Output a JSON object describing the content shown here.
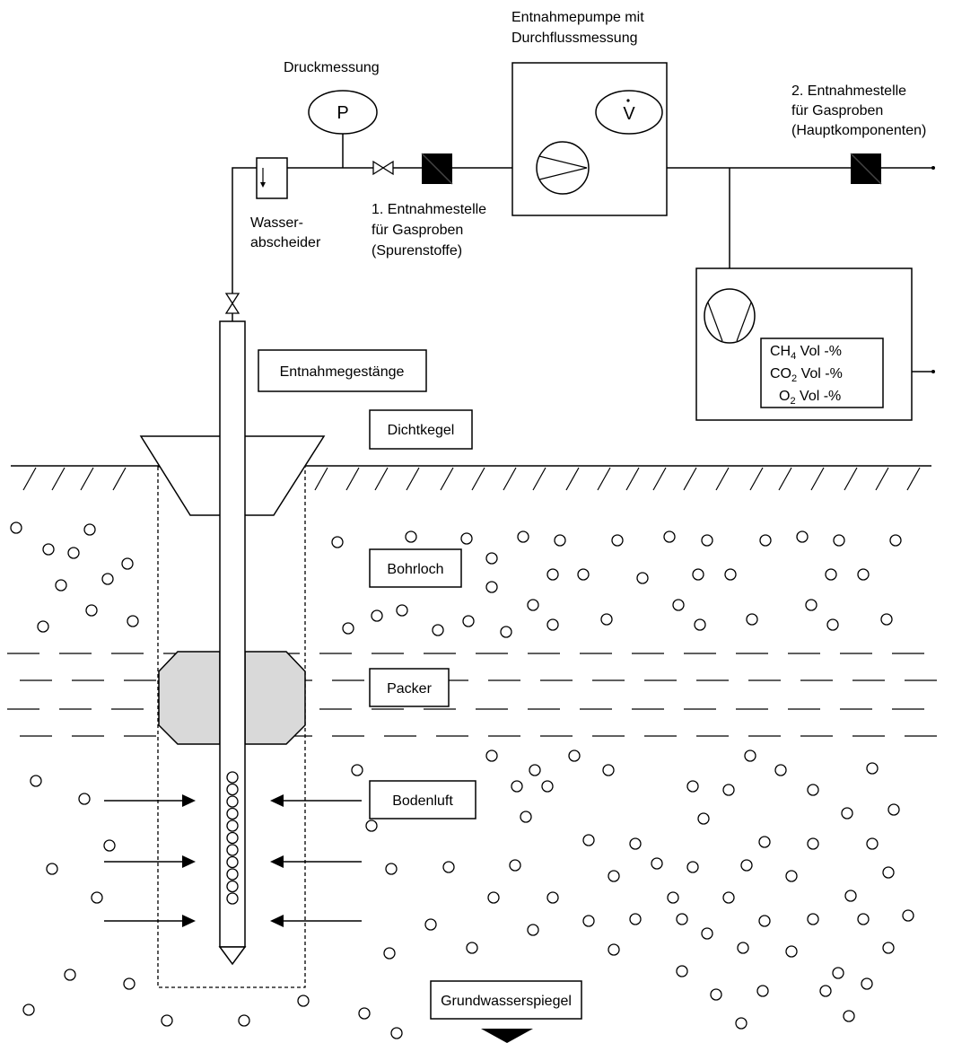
{
  "labels": {
    "entnahmepumpe_1": "Entnahmepumpe mit",
    "entnahmepumpe_2": "Durchflussmessung",
    "druckmessung": "Druckmessung",
    "pressure_symbol": "P",
    "flow_symbol": "V",
    "entnahmestelle2_1": "2. Entnahmestelle",
    "entnahmestelle2_2": "für Gasproben",
    "entnahmestelle2_3": "(Hauptkomponenten)",
    "entnahmestelle1_1": "1. Entnahmestelle",
    "entnahmestelle1_2": "für Gasproben",
    "entnahmestelle1_3": "(Spurenstoffe)",
    "wasser_1": "Wasser-",
    "wasser_2": "abscheider",
    "entnahmegestaenge": "Entnahmegestänge",
    "dichtkegel": "Dichtkegel",
    "bohrloch": "Bohrloch",
    "packer": "Packer",
    "bodenluft": "Bodenluft",
    "grundwasserspiegel": "Grundwasserspiegel"
  },
  "analyzer": {
    "ch4": {
      "formula": "CH",
      "sub": "4",
      "unit": " Vol -%"
    },
    "co2": {
      "formula": "CO",
      "sub": "2",
      "unit": "  Vol -%"
    },
    "o2": {
      "formula": "O",
      "sub": "2",
      "unit": "  Vol -%"
    }
  },
  "colors": {
    "line": "#000000",
    "packer_fill": "#d9d9d9",
    "filter_fill": "#000000"
  }
}
